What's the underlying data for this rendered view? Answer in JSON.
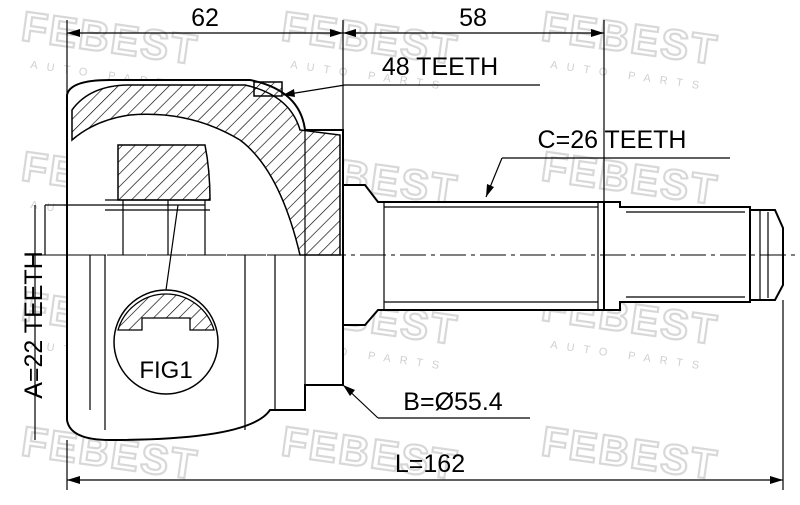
{
  "watermark": {
    "brand": "FEBEST",
    "tagline": "AUTO PARTS"
  },
  "dimensions": {
    "top_left": "62",
    "top_right": "58",
    "outer_teeth": "48 TEETH",
    "shaft_spline": "C=26 TEETH",
    "inner_spline": "A=22 TEETH",
    "seal_diameter": "B=Ø55.4",
    "total_length": "L=162",
    "figure_label": "FIG1"
  },
  "colors": {
    "line": "#000000",
    "watermark": "#d8d8d8",
    "background": "#ffffff"
  }
}
